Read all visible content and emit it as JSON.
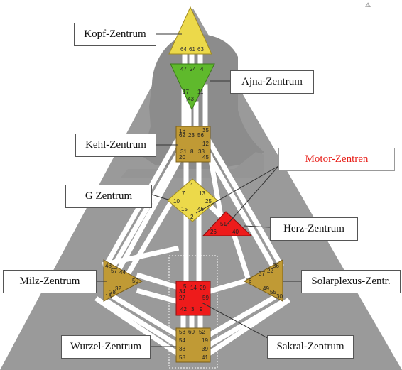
{
  "colors": {
    "defined_yellow": "#ecd94a",
    "defined_green": "#5fb92c",
    "defined_red": "#ee1b1b",
    "defined_brown": "#c09a35",
    "channel": "#ffffff",
    "body_gray": "#9a9a9a",
    "label_red": "#e8201a"
  },
  "labels": {
    "kopf": "Kopf-Zentrum",
    "ajna": "Ajna-Zentrum",
    "kehl": "Kehl-Zentrum",
    "motor": "Motor-Zentren",
    "g": "G Zentrum",
    "herz": "Herz-Zentrum",
    "milz": "Milz-Zentrum",
    "solar": "Solarplexus-Zentr.",
    "wurzel": "Wurzel-Zentrum",
    "sakral": "Sakral-Zentrum"
  },
  "gates": {
    "kopf": [
      "64",
      "61",
      "63"
    ],
    "ajna": [
      "47",
      "24",
      "4",
      "17",
      "11",
      "43"
    ],
    "kehl": [
      "16",
      "62",
      "23",
      "56",
      "35",
      "12",
      "31",
      "8",
      "33",
      "20",
      "45"
    ],
    "g": [
      "1",
      "7",
      "13",
      "10",
      "25",
      "15",
      "46",
      "2"
    ],
    "herz": [
      "51",
      "26",
      "40"
    ],
    "milz": [
      "48",
      "57",
      "44",
      "50",
      "32",
      "28",
      "18"
    ],
    "solar": [
      "36",
      "22",
      "37",
      "6",
      "49",
      "55",
      "30"
    ],
    "sakral": [
      "5",
      "14",
      "29",
      "34",
      "27",
      "59",
      "42",
      "3",
      "9"
    ],
    "wurzel": [
      "53",
      "60",
      "52",
      "54",
      "19",
      "38",
      "39",
      "58",
      "41"
    ]
  },
  "logo_glyph": "⚠"
}
